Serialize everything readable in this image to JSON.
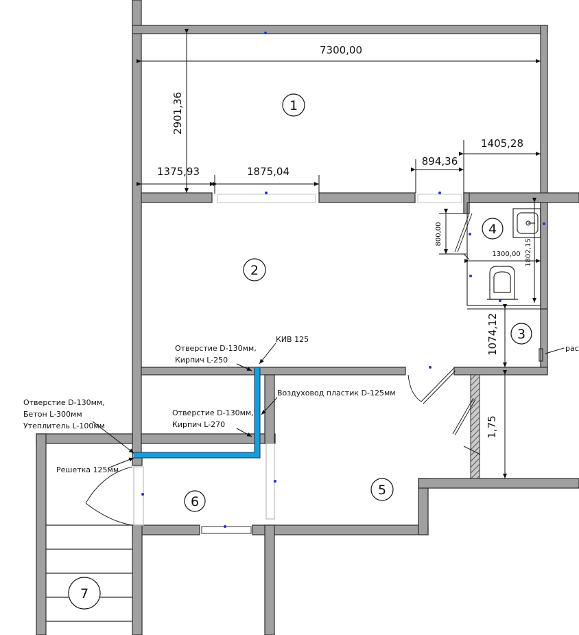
{
  "plan": {
    "dimensions": {
      "width_total": "7300,00",
      "height_room1": "2901,36",
      "left_segment": "1375,93",
      "opening_segment": "1875,04",
      "right_opening": "894,36",
      "right_segment": "1405,28",
      "door_width": "800,00",
      "wc_width": "1300,00",
      "wc_depth": "1802,15",
      "room3_depth": "1074,12",
      "corridor_depth": "1,75"
    },
    "rooms": [
      {
        "num": "1"
      },
      {
        "num": "2"
      },
      {
        "num": "3"
      },
      {
        "num": "4"
      },
      {
        "num": "5"
      },
      {
        "num": "6"
      },
      {
        "num": "7"
      }
    ],
    "notes": {
      "kiv": "КИВ 125",
      "hole_brick_250_l1": "Отверстие D-130мм,",
      "hole_brick_250_l2": "Кирпич L-250",
      "duct": "Воздуховод пластик D-125мм",
      "hole_brick_270_l1": "Отверстие D-130мм,",
      "hole_brick_270_l2": "Кирпич L-270",
      "hole_concrete_l1": "Отверстие D-130мм,",
      "hole_concrete_l2": "Бетон L-300мм",
      "hole_concrete_l3": "Утеплитель L-100мм",
      "grille": "Решетка 125мм",
      "cut_off": "рас"
    },
    "colors": {
      "wall_fill": "#a0a0a0",
      "duct": "#1d9bd8",
      "snap_points": "#2233cc"
    }
  }
}
